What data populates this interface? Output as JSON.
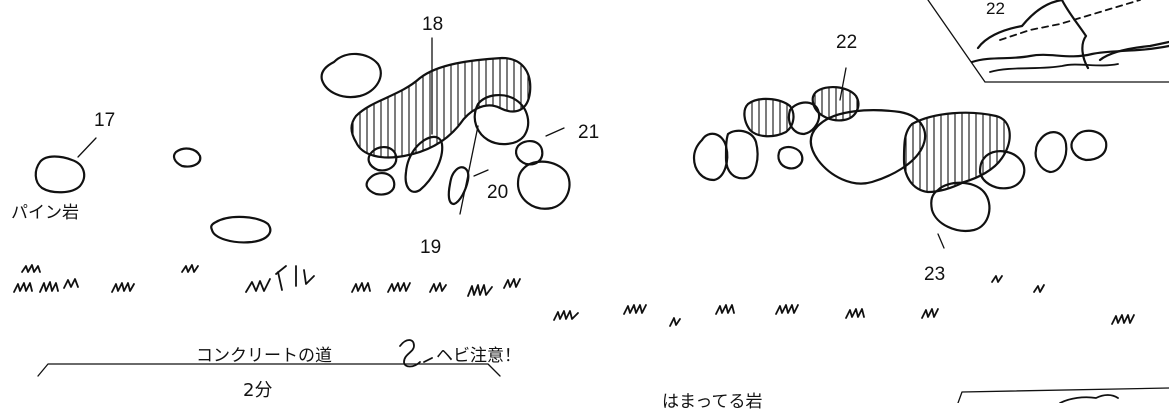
{
  "labels": {
    "n17": "17",
    "n18": "18",
    "n19": "19",
    "n20": "20",
    "n21": "21",
    "n22": "22",
    "n23": "23",
    "inset_top": "22",
    "pine_rock": "パイン岩",
    "concrete_road": "コンクリートの道",
    "snake_warning": "ヘビ注意！",
    "time": "2分",
    "stuck_rock": "はまってる岩"
  },
  "colors": {
    "ink": "#111111",
    "paper": "#ffffff"
  }
}
